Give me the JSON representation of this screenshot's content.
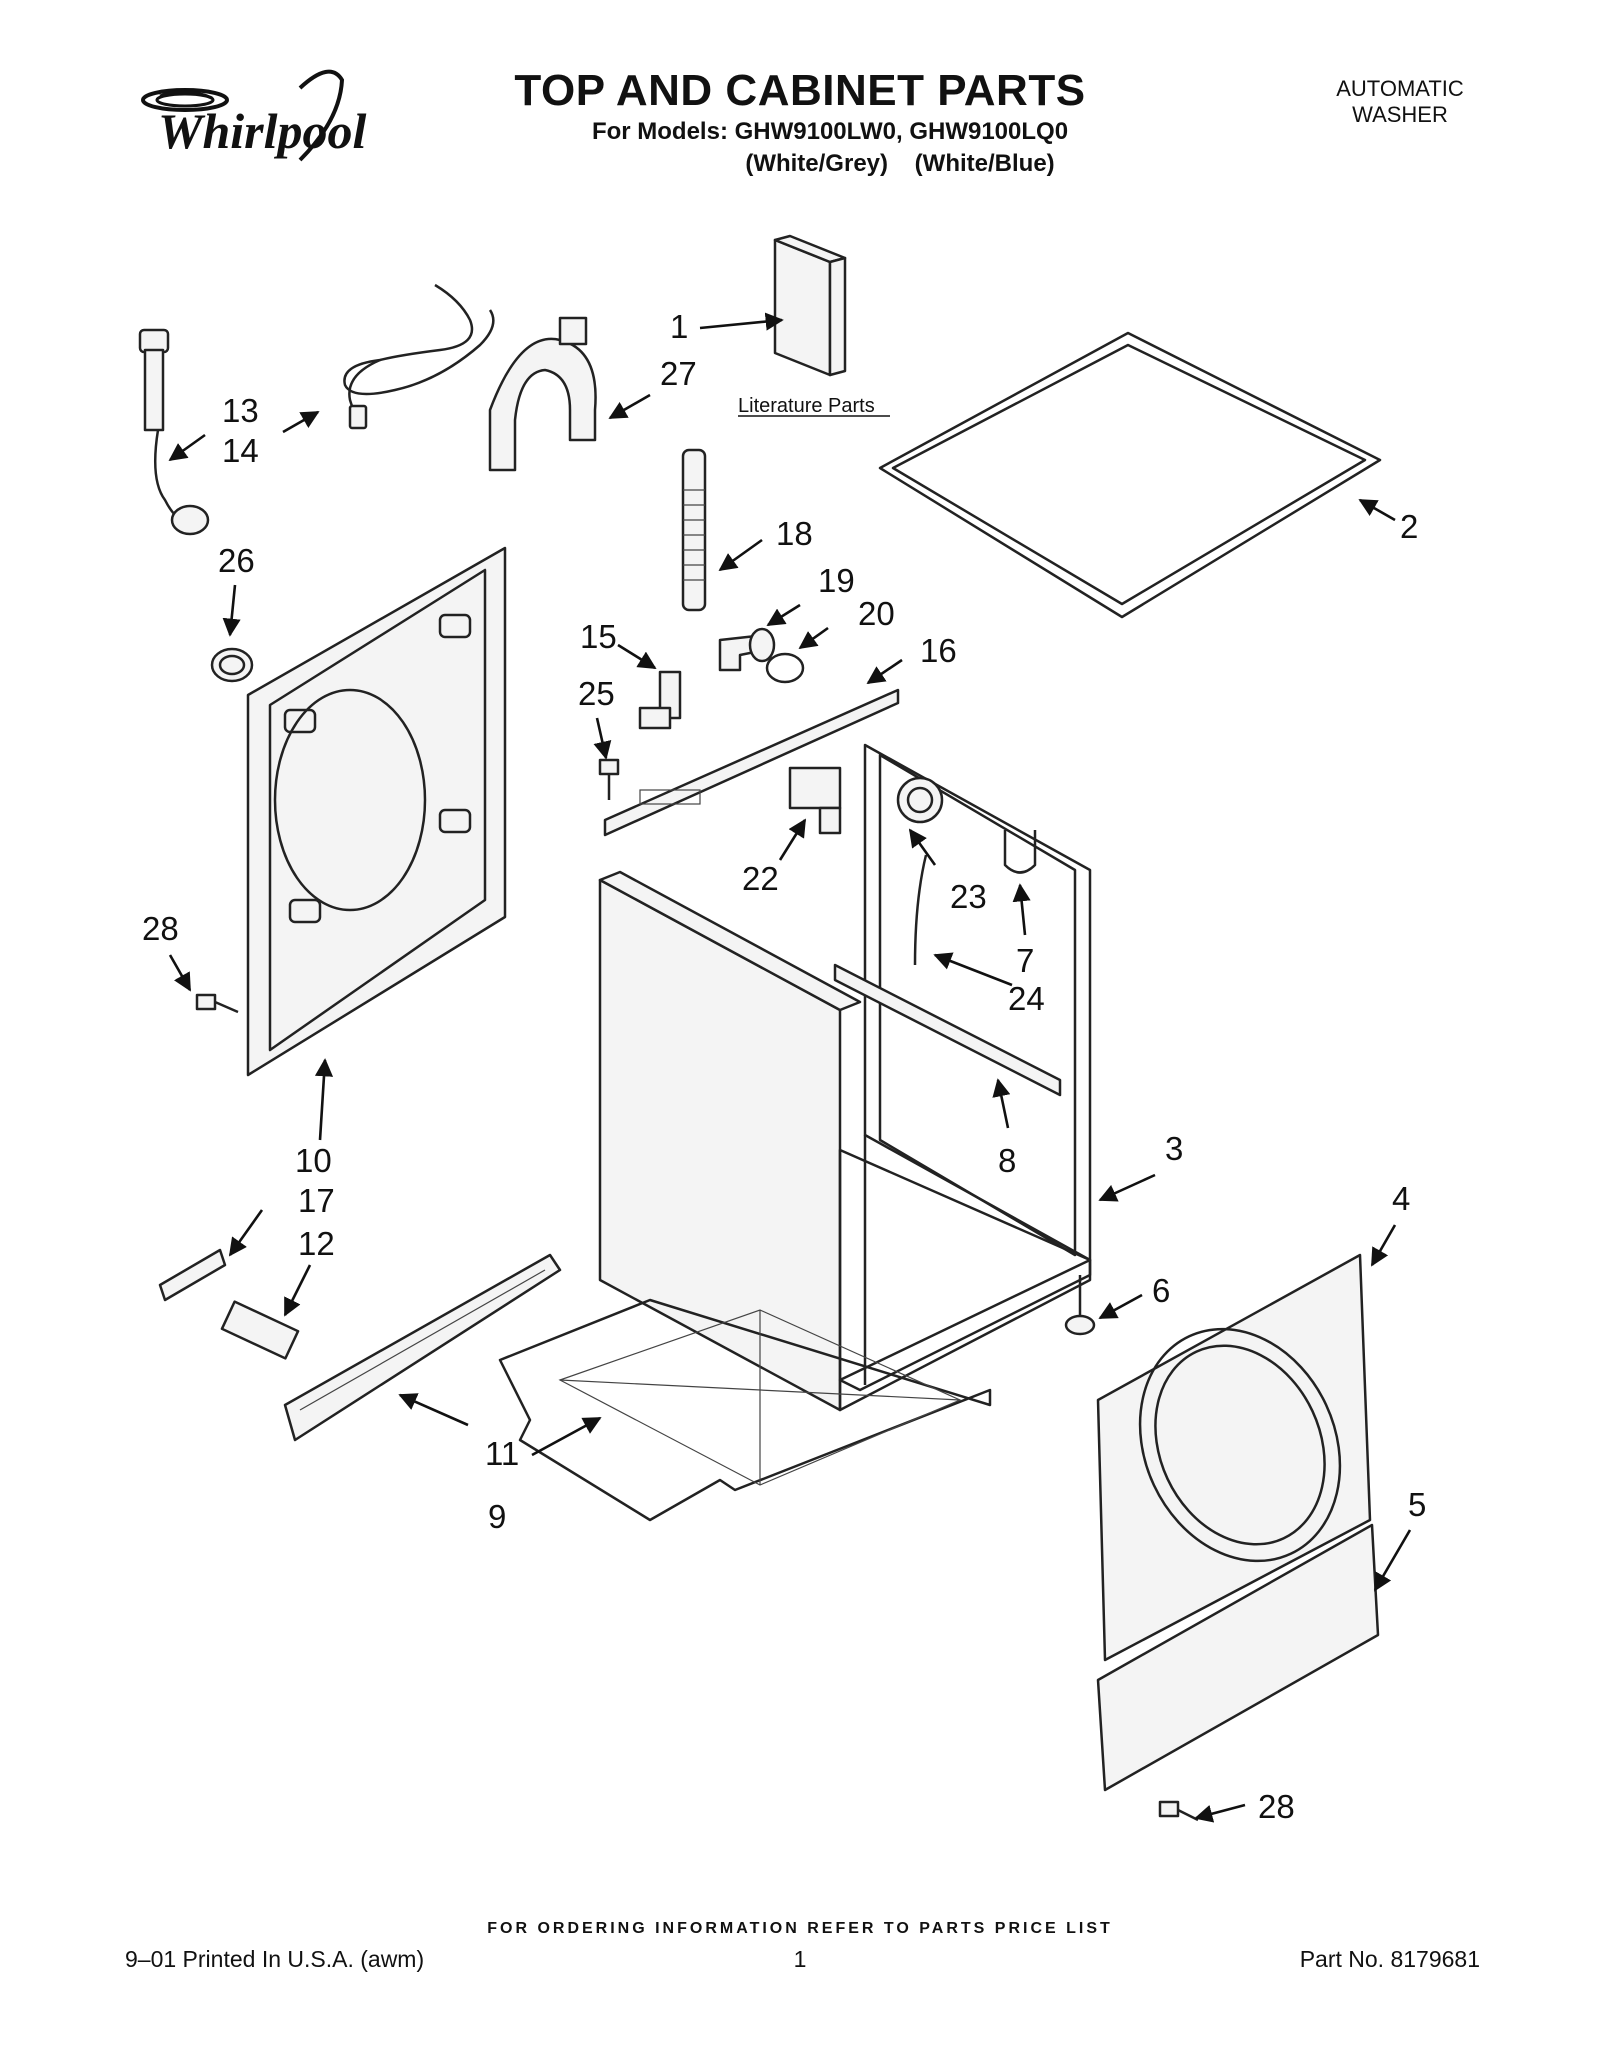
{
  "header": {
    "brand": "Whirlpool",
    "title": "TOP AND CABINET PARTS",
    "models": "For Models: GHW9100LW0, GHW9100LQ0",
    "variants": "(White/Grey)    (White/Blue)",
    "appliance_type_line1": "AUTOMATIC",
    "appliance_type_line2": "WASHER"
  },
  "diagram": {
    "literature_label": "Literature Parts",
    "callouts": {
      "c1": "1",
      "c2": "2",
      "c3": "3",
      "c4": "4",
      "c5": "5",
      "c6": "6",
      "c7": "7",
      "c8": "8",
      "c9": "9",
      "c10": "10",
      "c11": "11",
      "c12": "12",
      "c13": "13",
      "c14": "14",
      "c15": "15",
      "c16": "16",
      "c17": "17",
      "c18": "18",
      "c19": "19",
      "c20": "20",
      "c22": "22",
      "c23": "23",
      "c24": "24",
      "c25": "25",
      "c26": "26",
      "c27": "27",
      "c28a": "28",
      "c28b": "28"
    }
  },
  "footer": {
    "ordering_note": "FOR ORDERING INFORMATION REFER TO PARTS PRICE LIST",
    "print_info": "9–01 Printed In U.S.A. (awm)",
    "page_number": "1",
    "part_number": "Part No. 8179681"
  }
}
